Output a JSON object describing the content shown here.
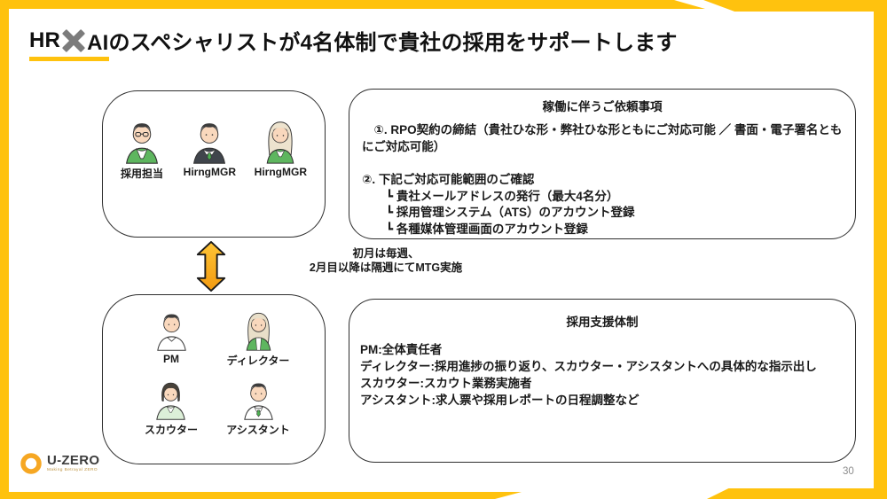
{
  "slide": {
    "title": {
      "prefix": "HR",
      "suffix": "AIのスペシャリストが4名体制で貴社の採用をサポートします"
    },
    "page_number": "30"
  },
  "client_box": {
    "members": [
      "採用担当",
      "HirngMGR",
      "HirngMGR"
    ]
  },
  "request_box": {
    "title": "稼働に伴うご依頼事項",
    "body": "　①. RPO契約の締結（貴社ひな形・弊社ひな形ともにご対応可能 ／ 書面・電子署名ともにご対応可能）\n\n②. 下記ご対応可能範囲のご確認\n　　┗ 貴社メールアドレスの発行（最大4名分）\n　　┗ 採用管理システム（ATS）のアカウント登録\n　　┗ 各種媒体管理画面のアカウント登録"
  },
  "mtg_note": "初月は毎週、\n2月目以降は隔週にてMTG実施",
  "team_box": {
    "members": [
      "PM",
      "ディレクター",
      "スカウター",
      "アシスタント"
    ]
  },
  "support_box": {
    "title": "採用支援体制",
    "body": "PM:全体責任者\nディレクター:採用進捗の振り返り、スカウター・アシスタントへの具体的な指示出し\nスカウター:スカウト業務実施者\nアシスタント:求人票や採用レポートの日程調整など"
  },
  "logo": {
    "name": "U-ZERO",
    "tagline": "Making Betrayal ZERO"
  },
  "colors": {
    "frame_yellow": "#FFC20E",
    "arrow_yellow": "#F5A81C",
    "avatar_green": "#5EB65F",
    "cross_gray": "#7C7C7C"
  }
}
